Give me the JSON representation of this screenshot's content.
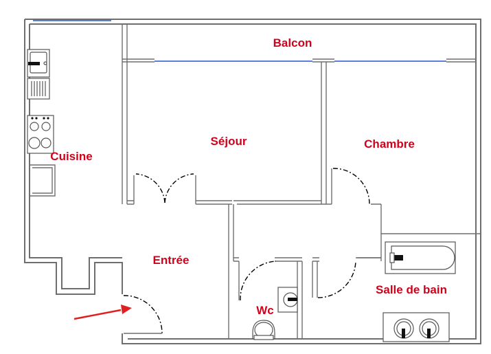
{
  "colors": {
    "label": "#d0021b",
    "wall": "#6e6e6e",
    "window": "#5b7fd6",
    "arrow": "#e02020"
  },
  "rooms": {
    "balcon": "Balcon",
    "sejour": "Séjour",
    "chambre": "Chambre",
    "cuisine": "Cuisine",
    "entree": "Entrée",
    "wc": "Wc",
    "salle_de_bain": "Salle de bain"
  },
  "icons": {
    "entry": "arrow-right-icon",
    "sink": "sink-icon",
    "stove": "stove-icon",
    "bathtub": "bathtub-icon",
    "toilet": "toilet-icon"
  }
}
